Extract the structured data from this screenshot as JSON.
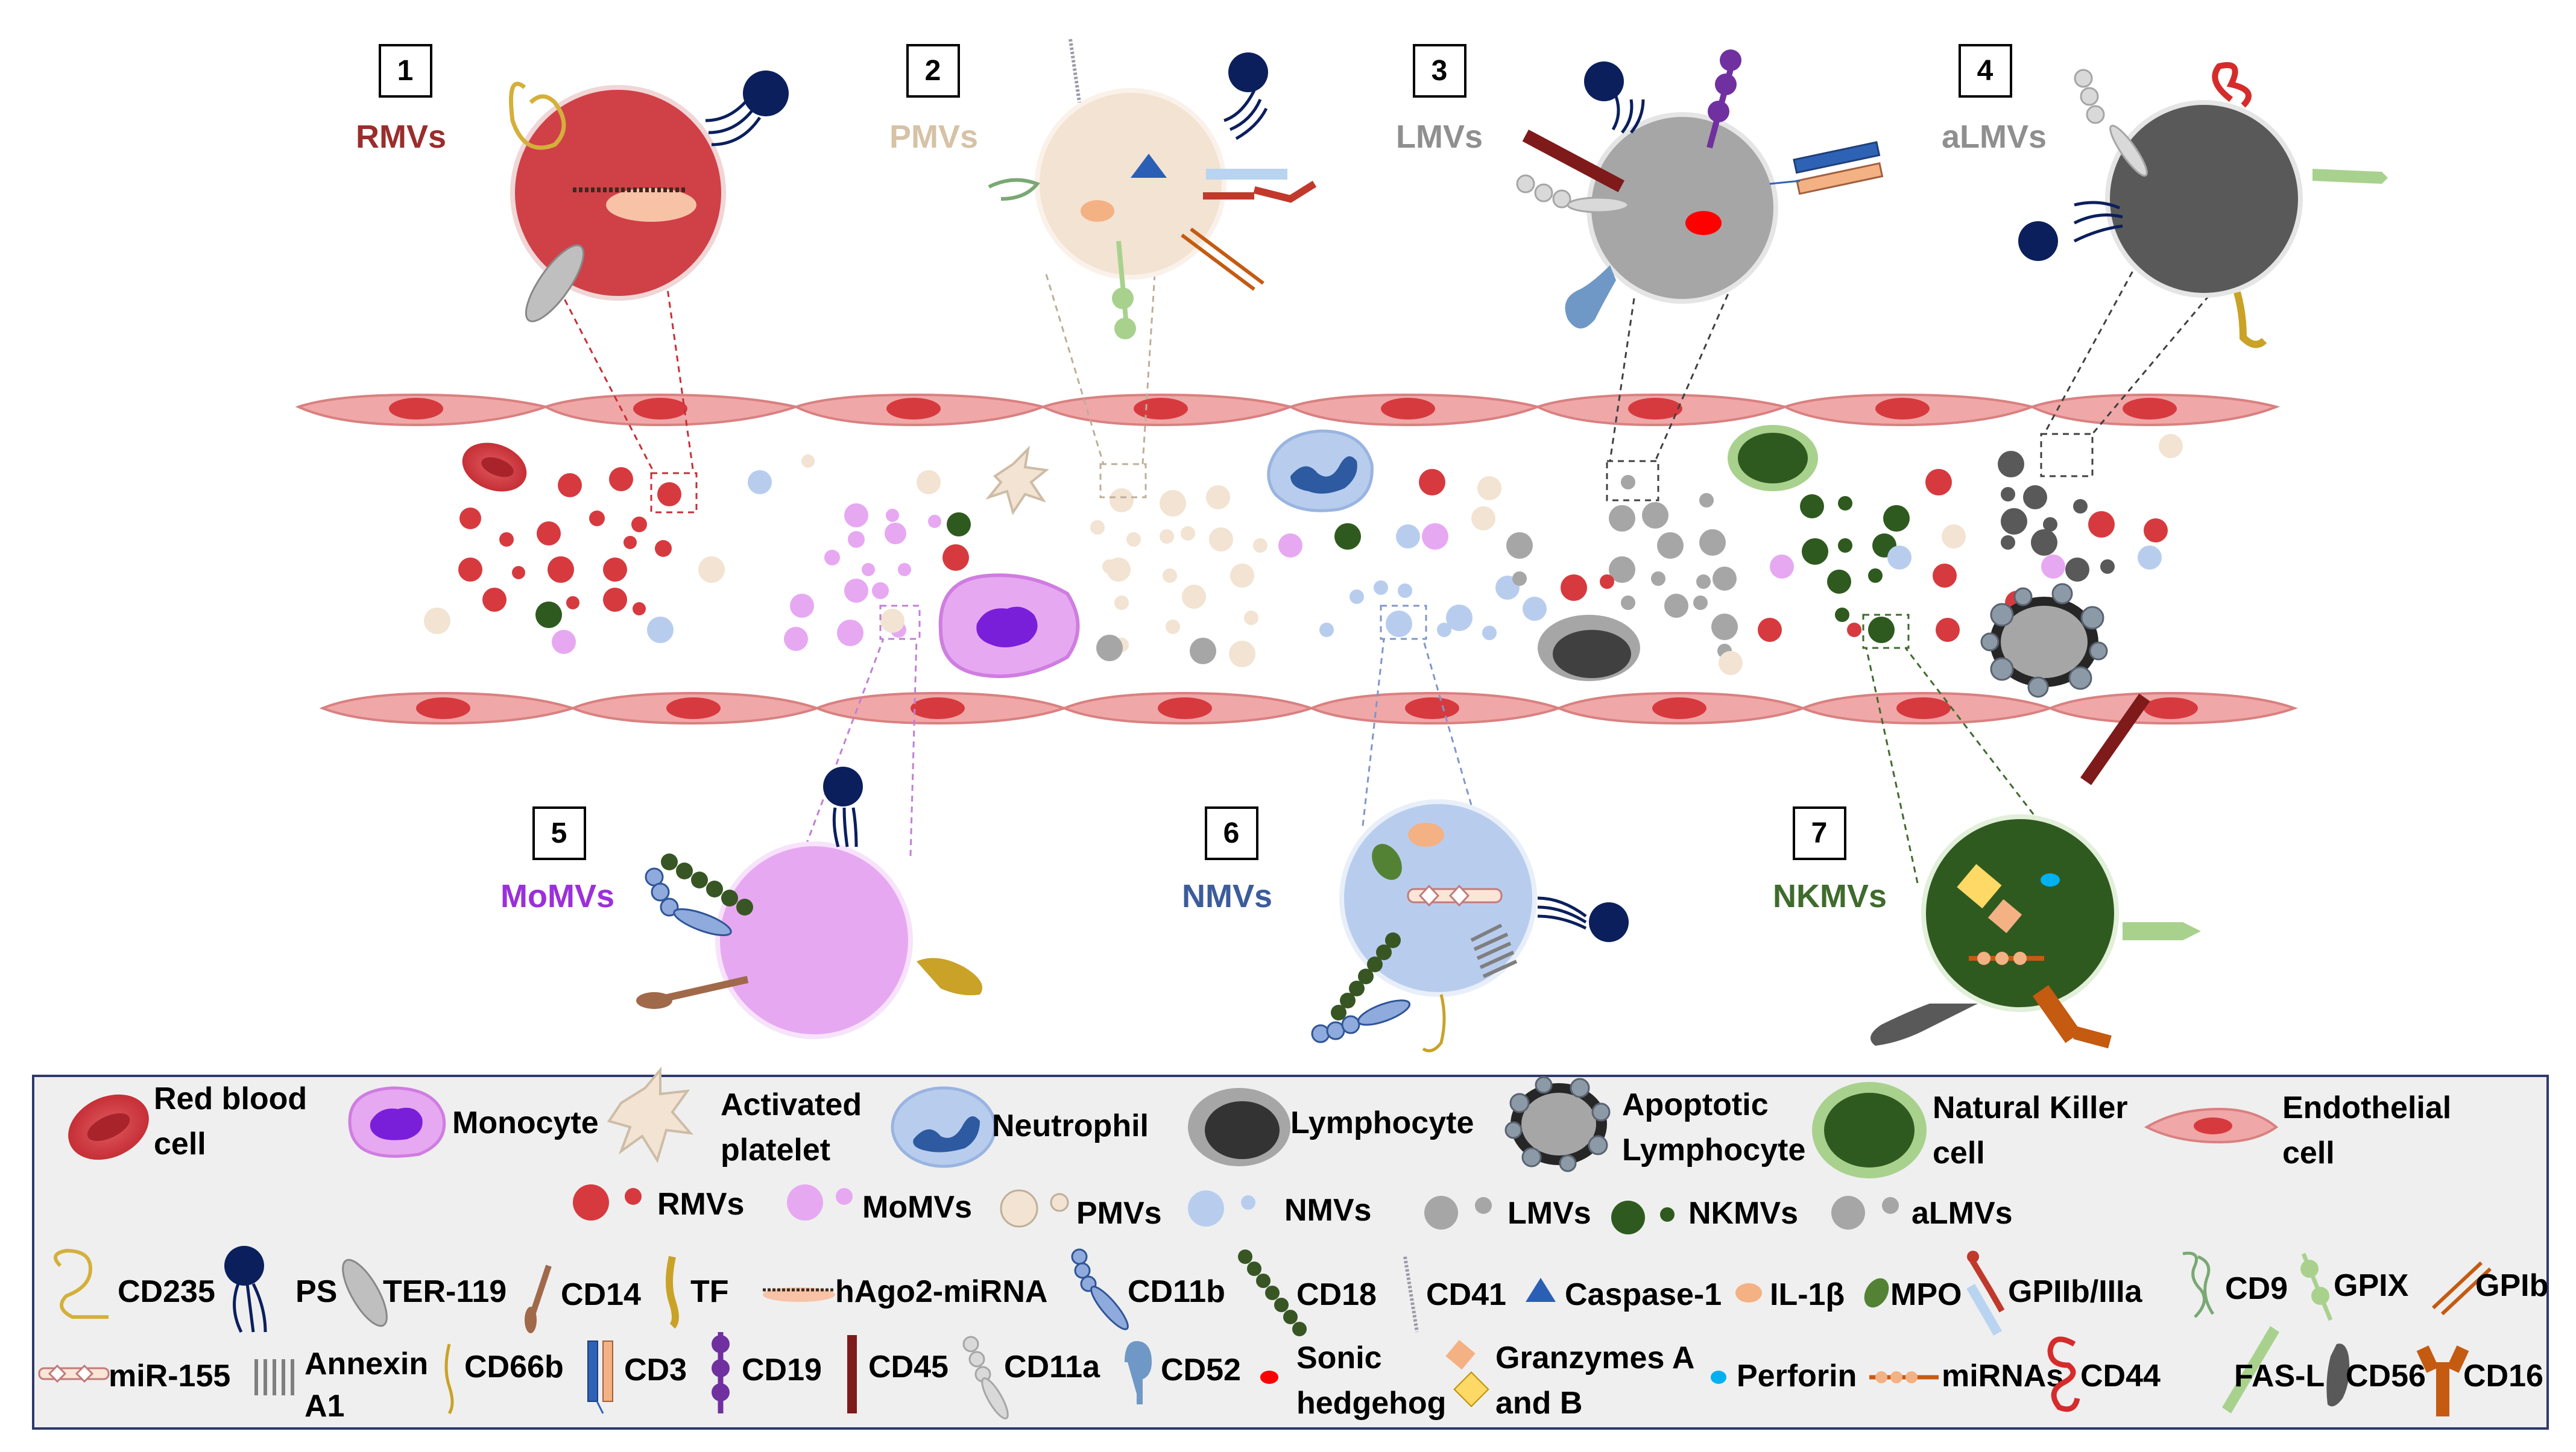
{
  "panels": [
    {
      "num": "1",
      "label": "RMVs",
      "color": "#9b2d2d"
    },
    {
      "num": "2",
      "label": "PMVs",
      "color": "#d6c2a6"
    },
    {
      "num": "3",
      "label": "LMVs",
      "color": "#8f8f8f"
    },
    {
      "num": "4",
      "label": "aLMVs",
      "color": "#8f8f8f"
    },
    {
      "num": "5",
      "label": "MoMVs",
      "color": "#9b30d9"
    },
    {
      "num": "6",
      "label": "NMVs",
      "color": "#3c5c9b"
    },
    {
      "num": "7",
      "label": "NKMVs",
      "color": "#3f6b2d"
    }
  ],
  "legend": {
    "cells": [
      "Red blood cell",
      "Monocyte",
      "Activated platelet",
      "Neutrophil",
      "Lymphocyte",
      "Apoptotic Lymphocyte",
      "Natural Killer cell",
      "Endothelial cell"
    ],
    "mvs": [
      "RMVs",
      "MoMVs",
      "PMVs",
      "NMVs",
      "LMVs",
      "NKMVs",
      "aLMVs"
    ],
    "markers_row1": [
      "CD235",
      "PS",
      "TER-119",
      "CD14",
      "TF",
      "hAgo2-miRNA",
      "CD11b",
      "CD18",
      "CD41",
      "Caspase-1",
      "IL-1β",
      "MPO",
      "GPIIb/IIIa",
      "CD9",
      "GPIX",
      "GPIb"
    ],
    "markers_row2": [
      "miR-155",
      "Annexin A1",
      "CD66b",
      "CD3",
      "CD19",
      "CD45",
      "CD11a",
      "CD52",
      "Sonic hedgehog",
      "Granzymes A and B",
      "Perforin",
      "miRNAs",
      "CD44",
      "FAS-L",
      "CD56",
      "CD16"
    ]
  },
  "colors": {
    "rbc": "#c62f36",
    "monocyte": "#e7a8f2",
    "platelet": "#f2e3d2",
    "neutrophil": "#b8cdee",
    "lymphocyte": "#a6a6a6",
    "apoptotic": "#595959",
    "nk": "#2f5a1f",
    "endothelial": "#f0a7a7",
    "ps_blue": "#0b1f5c"
  },
  "icons": [
    "red-blood-cell-icon",
    "monocyte-icon",
    "activated-platelet-icon",
    "neutrophil-icon",
    "lymphocyte-icon",
    "apoptotic-lymphocyte-icon",
    "natural-killer-cell-icon",
    "endothelial-cell-icon"
  ]
}
